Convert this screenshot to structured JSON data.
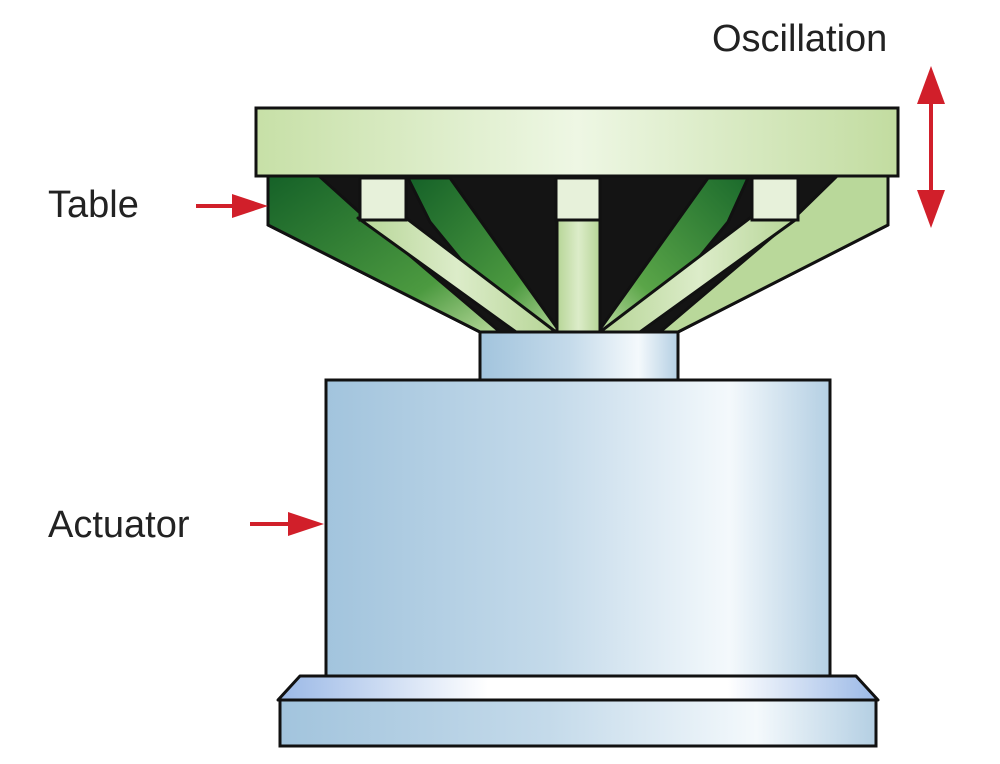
{
  "labels": {
    "oscillation": "Oscillation",
    "table": "Table",
    "actuator": "Actuator"
  },
  "colors": {
    "outline": "#111111",
    "table_top": "#cfe6b0",
    "table_dark_green": "#1f6b2e",
    "support_light": "#c3dca3",
    "underside_shadow": "#151515",
    "actuator_blue": "#a9c9e0",
    "arrow_red": "#d11f2a"
  }
}
